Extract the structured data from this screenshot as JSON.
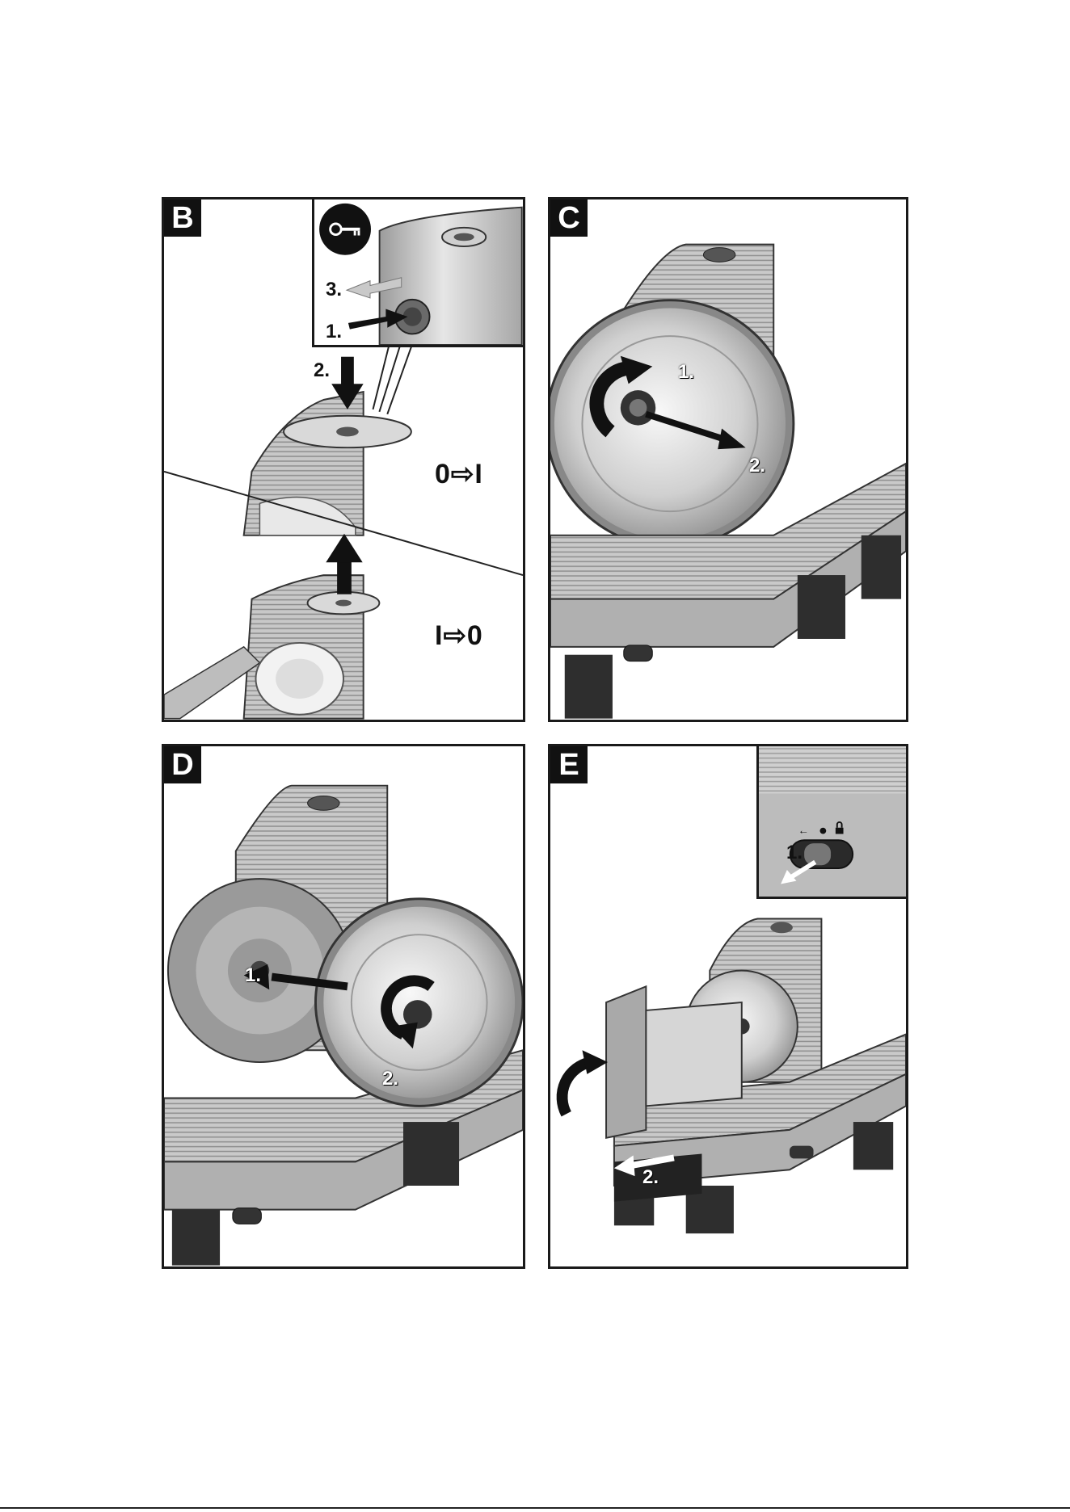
{
  "panels": {
    "b": {
      "letter": "B",
      "steps": {
        "s1": "1.",
        "s2": "2.",
        "s3": "3."
      },
      "on_label": "0⇨I",
      "off_label": "I⇨0"
    },
    "c": {
      "letter": "C",
      "steps": {
        "s1": "1.",
        "s2": "2."
      }
    },
    "d": {
      "letter": "D",
      "steps": {
        "s1": "1.",
        "s2": "2."
      }
    },
    "e": {
      "letter": "E",
      "steps": {
        "s1": "1.",
        "s2": "2."
      }
    }
  },
  "icons": [
    "key-icon",
    "rotate-arrow-icon",
    "push-arrow-icon",
    "pull-arrow-icon",
    "lock-icon",
    "up-arrow-icon",
    "down-arrow-icon"
  ],
  "colors": {
    "frame": "#1a1a1a",
    "metal_light": "#e2e2e2",
    "metal_mid": "#b9b9b9",
    "metal_dark": "#7d7d7d",
    "base_dark": "#2e2e2e",
    "arrow": "#111111"
  }
}
